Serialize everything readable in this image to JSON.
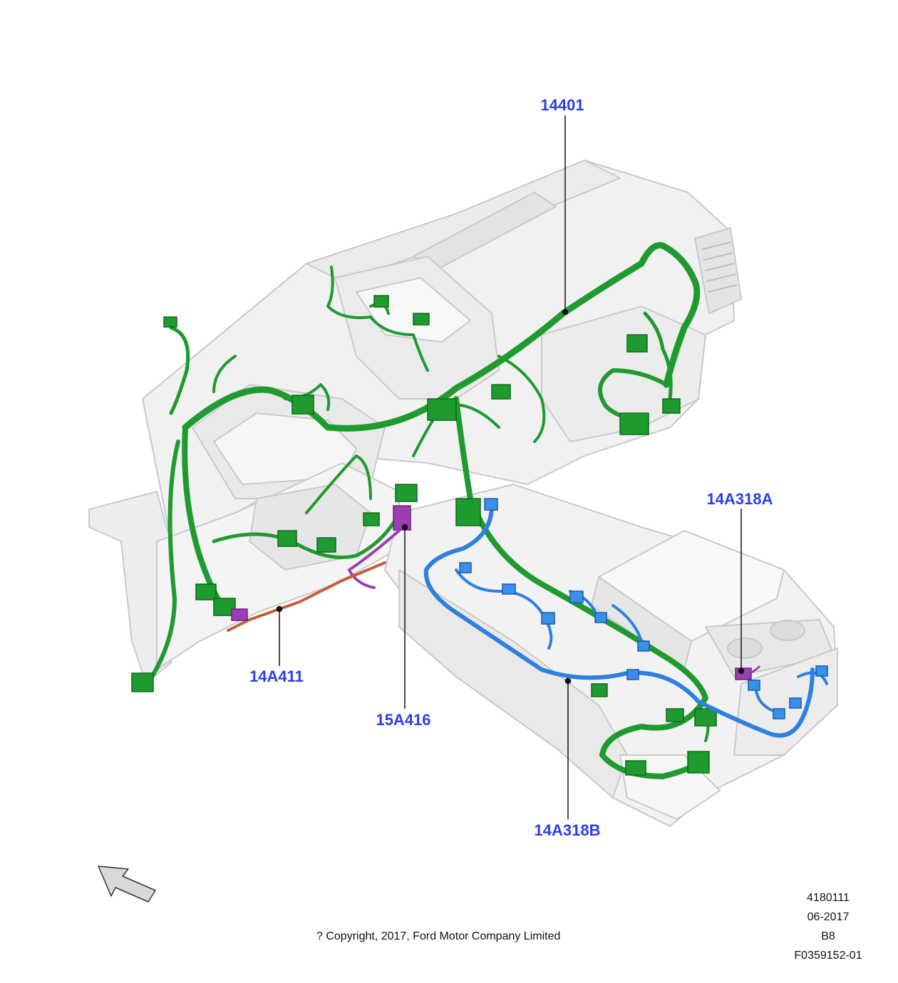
{
  "callouts": [
    {
      "id": "14401",
      "label": "14401"
    },
    {
      "id": "14A318A",
      "label": "14A318A"
    },
    {
      "id": "14A411",
      "label": "14A411"
    },
    {
      "id": "15A416",
      "label": "15A416"
    },
    {
      "id": "14A318B",
      "label": "14A318B"
    }
  ],
  "meta": {
    "line1": "4180111",
    "line2": "06-2017",
    "line3": "B8",
    "line4": "F0359152-01"
  },
  "copyright": "? Copyright, 2017, Ford Motor Company Limited",
  "colors": {
    "callout_text": "#2b3ee8",
    "harness_main": "#1e9a2e",
    "harness_main_dark": "#0d6b1c",
    "harness_console": "#2d7fe0",
    "connector_purple": "#9b3fb0",
    "harness_orange": "#c0603a",
    "panel_fill": "#f1f1f1",
    "panel_stroke": "#c9c9c9",
    "leader": "#111111"
  },
  "icons": [
    "direction-arrow-icon"
  ]
}
